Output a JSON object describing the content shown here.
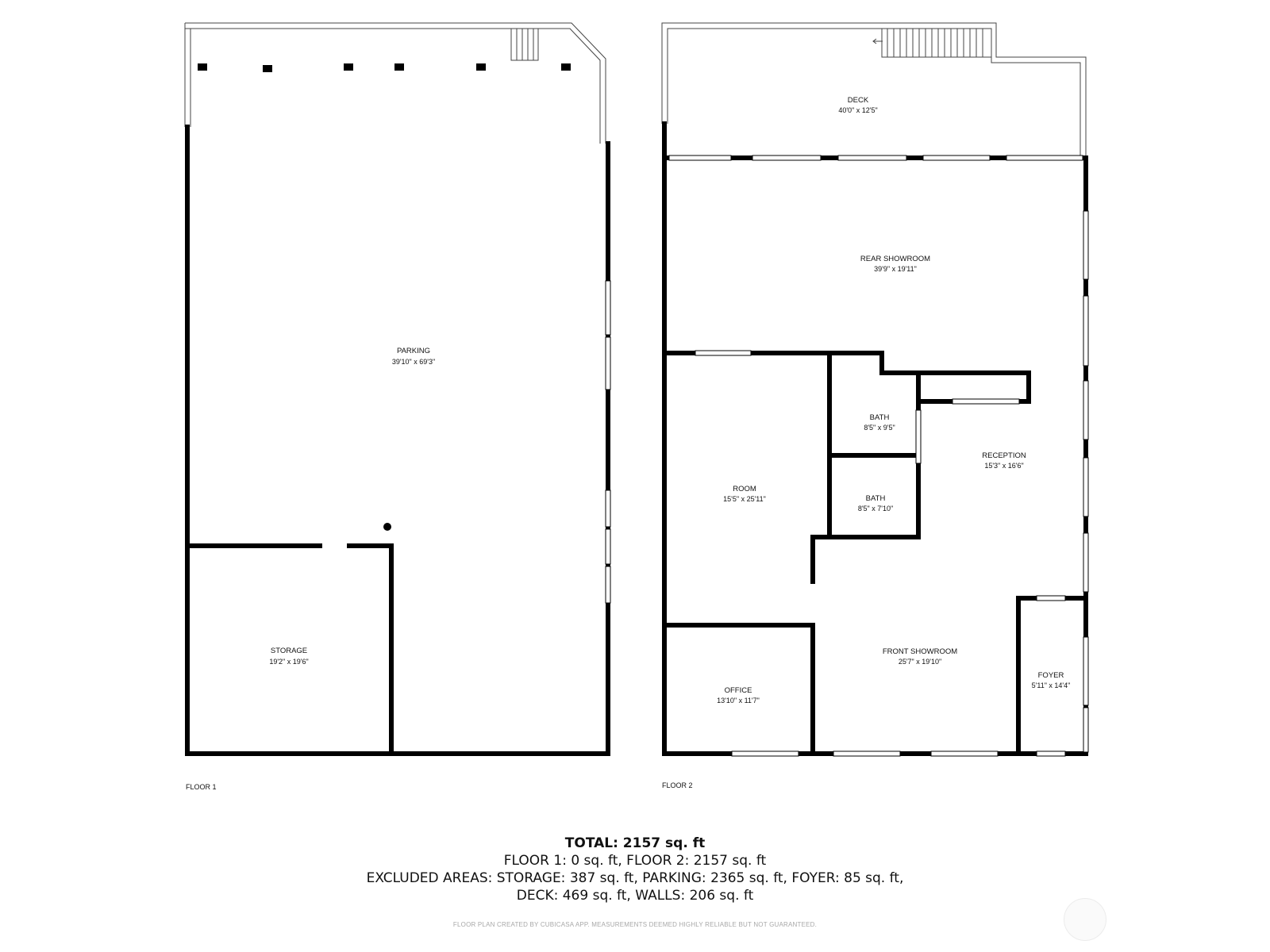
{
  "floor1": {
    "label": "FLOOR 1",
    "rooms": {
      "parking": {
        "name": "PARKING",
        "dims": "39'10\" x 69'3\""
      },
      "storage": {
        "name": "STORAGE",
        "dims": "19'2\" x 19'6\""
      }
    }
  },
  "floor2": {
    "label": "FLOOR 2",
    "rooms": {
      "deck": {
        "name": "DECK",
        "dims": "40'0\" x 12'5\""
      },
      "rear_showroom": {
        "name": "REAR SHOWROOM",
        "dims": "39'9\" x 19'11\""
      },
      "bath1": {
        "name": "BATH",
        "dims": "8'5\" x 9'5\""
      },
      "bath2": {
        "name": "BATH",
        "dims": "8'5\" x 7'10\""
      },
      "reception": {
        "name": "RECEPTION",
        "dims": "15'3\" x 16'6\""
      },
      "room": {
        "name": "ROOM",
        "dims": "15'5\" x 25'11\""
      },
      "office": {
        "name": "OFFICE",
        "dims": "13'10\" x 11'7\""
      },
      "front_showroom": {
        "name": "FRONT SHOWROOM",
        "dims": "25'7\" x 19'10\""
      },
      "foyer": {
        "name": "FOYER",
        "dims": "5'11\" x 14'4\""
      }
    }
  },
  "summary": {
    "total": "TOTAL: 2157 sq. ft",
    "line1": "FLOOR 1: 0 sq. ft, FLOOR 2: 2157 sq. ft",
    "line2": "EXCLUDED AREAS: STORAGE: 387 sq. ft, PARKING: 2365 sq. ft, FOYER: 85 sq. ft,",
    "line3": "DECK: 469 sq. ft, WALLS: 206 sq. ft"
  },
  "disclaimer": "FLOOR PLAN CREATED BY CUBICASA APP. MEASUREMENTS DEEMED HIGHLY RELIABLE BUT NOT GUARANTEED.",
  "colors": {
    "wall": "#000000",
    "window": "#ffffff",
    "disclaimer": "#a8a8a8"
  }
}
